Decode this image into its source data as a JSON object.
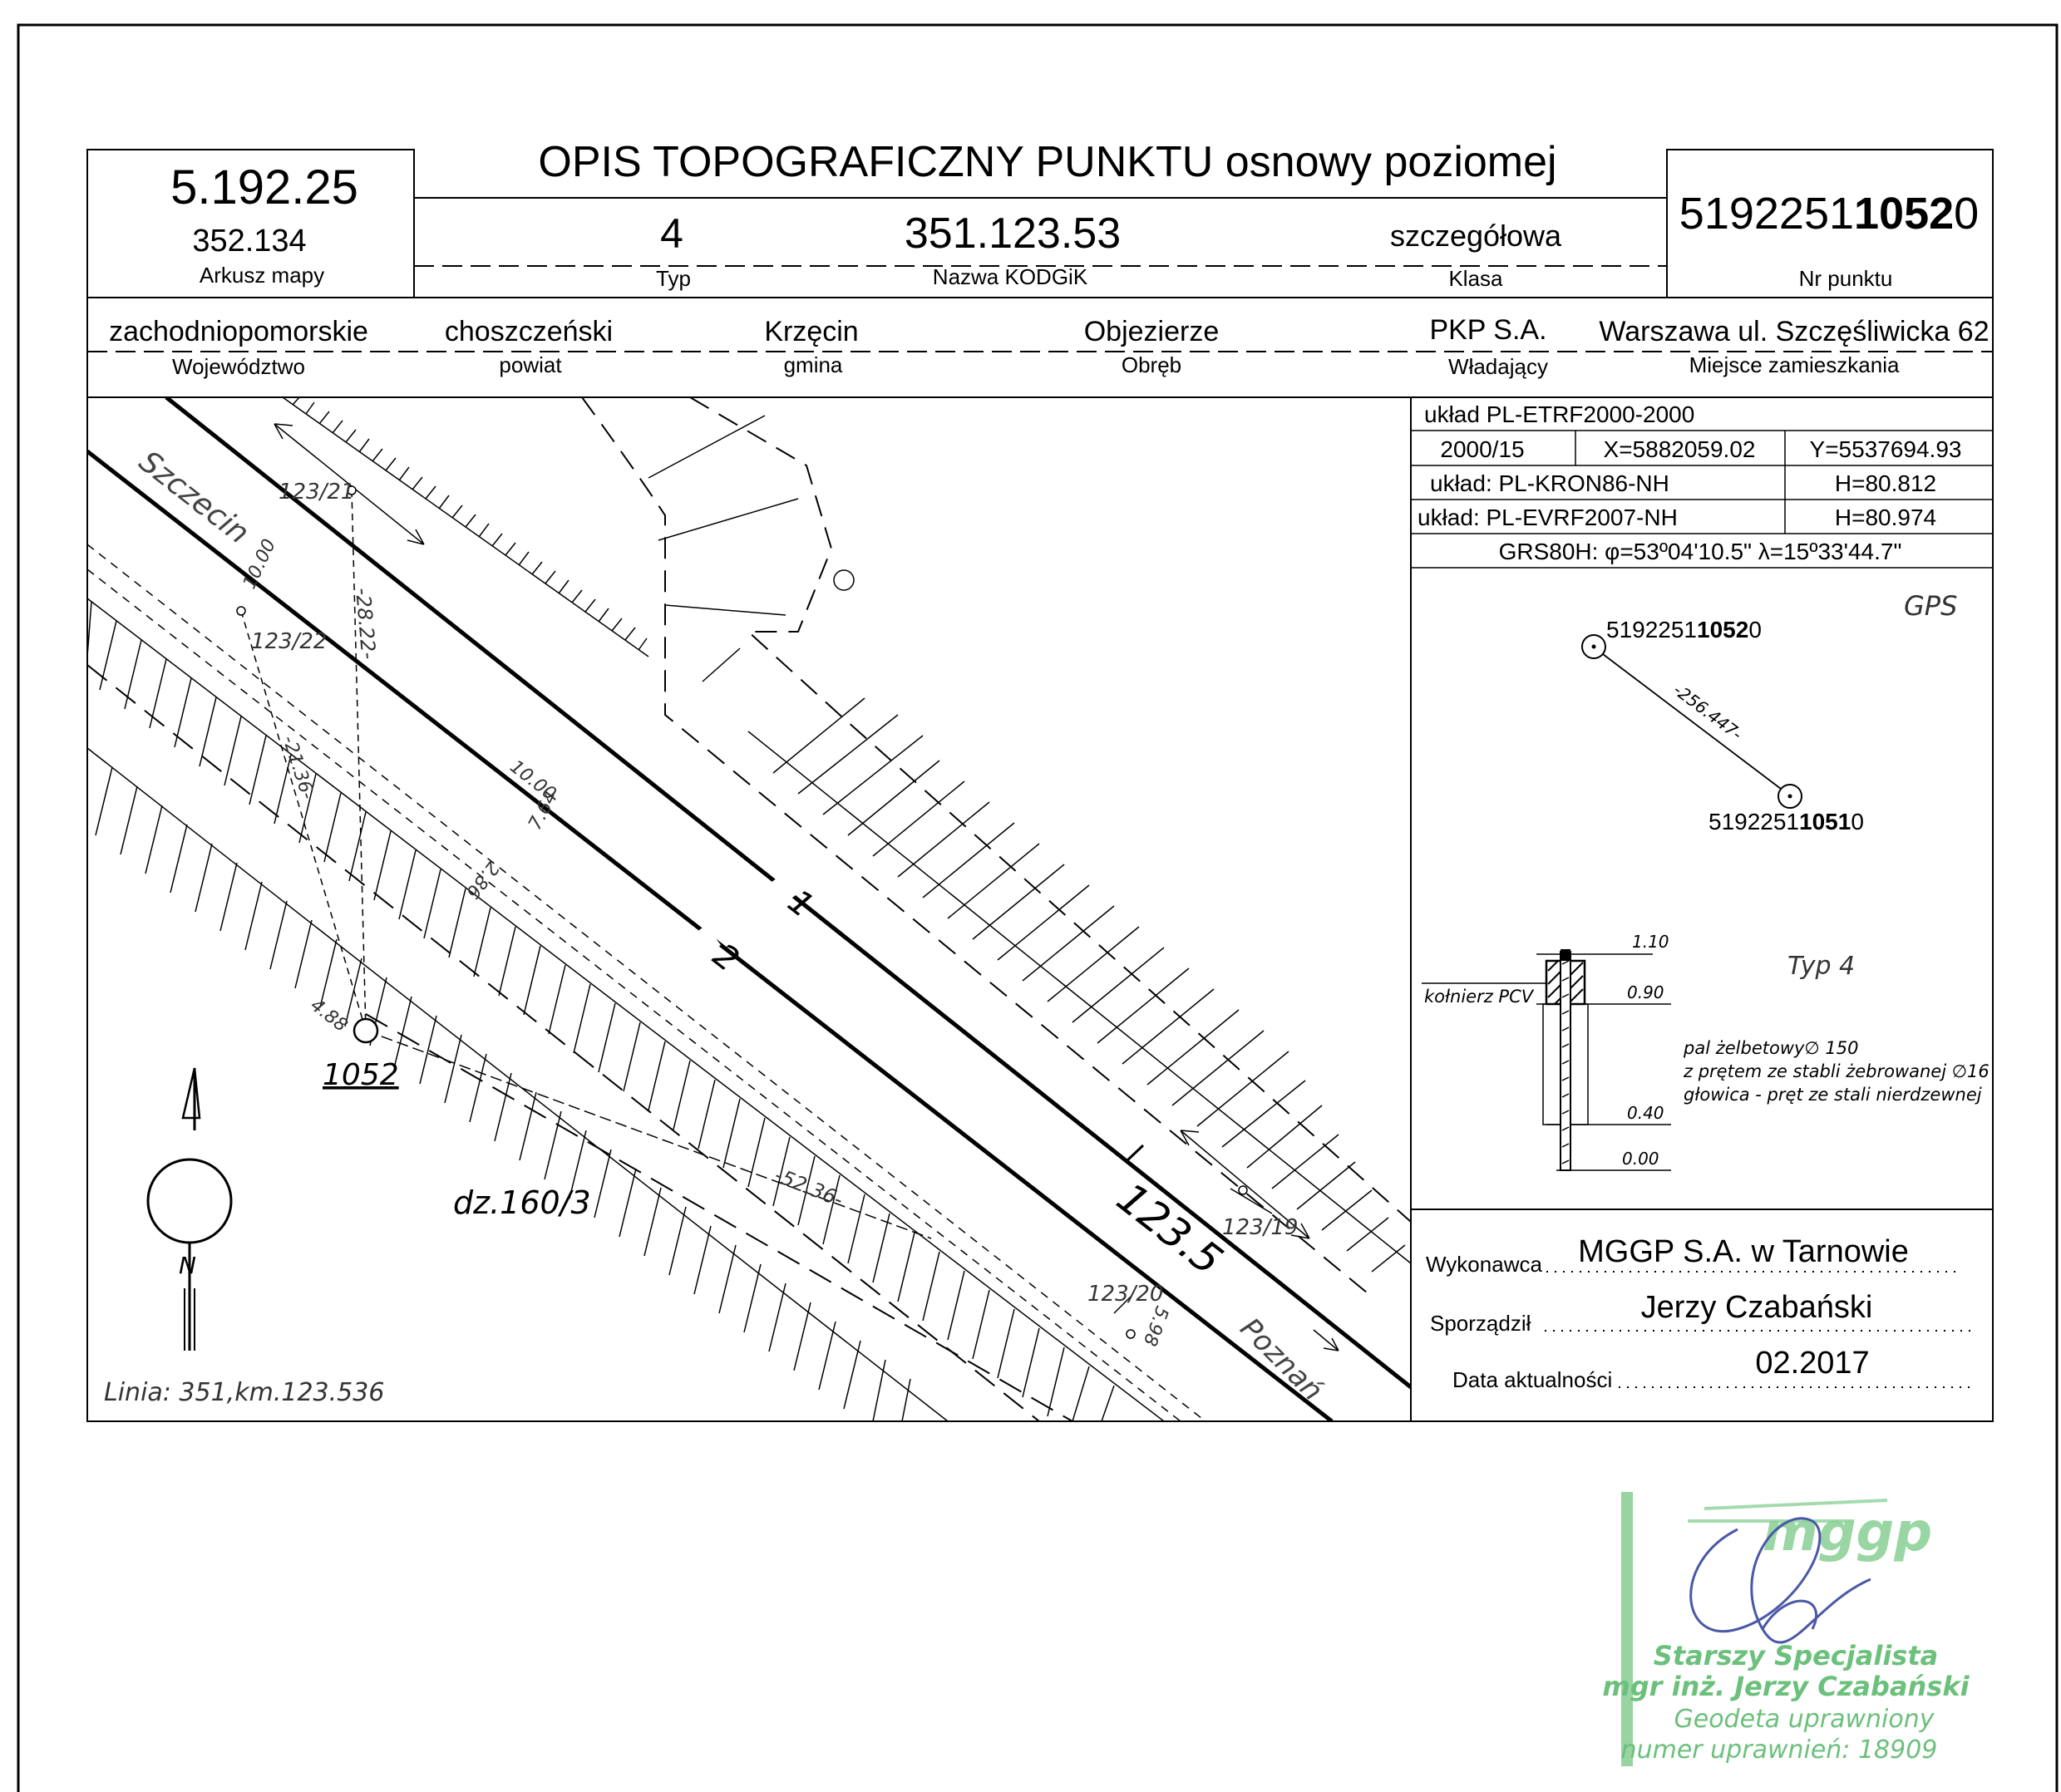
{
  "title": "OPIS TOPOGRAFICZNY PUNKTU osnowy poziomej",
  "sheet": {
    "map_sheet_main": "5.192.25",
    "map_sheet_sub": "352.134",
    "map_sheet_label": "Arkusz mapy",
    "type_value": "4",
    "type_label": "Typ",
    "kodgik_value": "351.123.53",
    "kodgik_label": "Nazwa KODGiK",
    "class_value": "szczegółowa",
    "class_label": "Klasa",
    "point_no_prefix": "5192251",
    "point_no_bold": "1052",
    "point_no_suffix": "0",
    "point_no_label": "Nr punktu"
  },
  "admin": {
    "voivodeship": "zachodniopomorskie",
    "voivodeship_label": "Województwo",
    "county": "choszczeński",
    "county_label": "powiat",
    "commune": "Krzęcin",
    "commune_label": "gmina",
    "precinct": "Objezierze",
    "precinct_label": "Obręb",
    "owner": "PKP S.A.",
    "owner_label": "Władający",
    "residence": "Warszawa ul. Szczęśliwicka 62",
    "residence_label": "Miejsce zamieszkania"
  },
  "coords": {
    "system": "układ PL-ETRF2000-2000",
    "zone": "2000/15",
    "x": "X=5882059.02",
    "y": "Y=5537694.93",
    "kron_system": "układ: PL-KRON86-NH",
    "kron_h": "H=80.812",
    "evrf_system": "układ: PL-EVRF2007-NH",
    "evrf_h": "H=80.974",
    "grs": "GRS80H: φ=53º04'10.5\" λ=15º33'44.7\""
  },
  "gps_sketch": {
    "label": "GPS",
    "point_a_prefix": "5192251",
    "point_a_bold": "1052",
    "point_a_suffix": "0",
    "point_b_prefix": "5192251",
    "point_b_bold": "1051",
    "point_b_suffix": "0",
    "distance": "-256.447-"
  },
  "mark_type": {
    "label": "Typ 4",
    "collar": "kołnierz PCV",
    "h110": "1.10",
    "h090": "0.90",
    "h040": "0.40",
    "h000": "0.00",
    "desc1": "pal żelbetowy∅ 150",
    "desc2": "z prętem ze stabli żebrowanej ∅16",
    "desc3": "głowica - pręt ze stali nierdzewnej"
  },
  "credits": {
    "contractor_label": "Wykonawca",
    "contractor": "MGGP S.A.  w Tarnowie",
    "author_label": "Sporządził",
    "author": "Jerzy Czabański",
    "date_label": "Data aktualności",
    "date": "02.2017"
  },
  "sketch": {
    "szczecin": "Szczecin",
    "poznan": "Poznań",
    "track_2": "2",
    "track_1": "1",
    "km": "123.5",
    "point": "1052",
    "parcel": "dz.160/3",
    "line_info": "Linia: 351,km.123.536",
    "ref_123_21": "123/21",
    "ref_123_22": "123/22",
    "ref_123_19": "123/19",
    "ref_123_20": "123/20",
    "d_2822": "-28.22-",
    "d_1000_a": "10.00",
    "d_1000_b": "10.00",
    "d_2136": "-21.36-",
    "d_286": "2.86",
    "d_764": "7.64",
    "d_488": "4.88",
    "d_5236": "-52.36-",
    "d_598": "5.98",
    "north": "N"
  },
  "stamp": {
    "logo": "mggp",
    "line1": "Starszy Specjalista",
    "line2": "mgr inż. Jerzy Czabański",
    "line3": "Geodeta uprawniony",
    "line4": "numer uprawnień: 18909"
  }
}
